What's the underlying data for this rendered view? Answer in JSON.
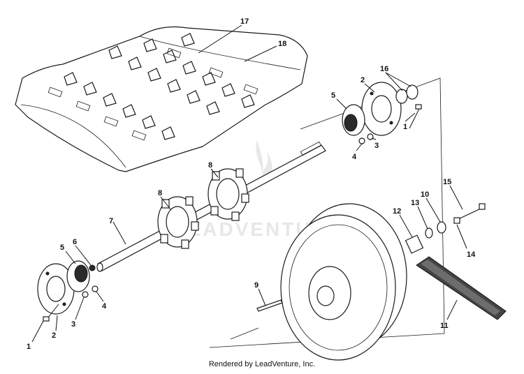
{
  "callouts": [
    {
      "id": "c17",
      "text": "17"
    },
    {
      "id": "c18",
      "text": "18"
    },
    {
      "id": "c16",
      "text": "16"
    },
    {
      "id": "c2a",
      "text": "2"
    },
    {
      "id": "c5a",
      "text": "5"
    },
    {
      "id": "c1a",
      "text": "1"
    },
    {
      "id": "c3a",
      "text": "3"
    },
    {
      "id": "c4a",
      "text": "4"
    },
    {
      "id": "c8a",
      "text": "8"
    },
    {
      "id": "c8b",
      "text": "8"
    },
    {
      "id": "c7",
      "text": "7"
    },
    {
      "id": "c6",
      "text": "6"
    },
    {
      "id": "c5b",
      "text": "5"
    },
    {
      "id": "c4b",
      "text": "4"
    },
    {
      "id": "c3b",
      "text": "3"
    },
    {
      "id": "c2b",
      "text": "2"
    },
    {
      "id": "c1b",
      "text": "1"
    },
    {
      "id": "c9",
      "text": "9"
    },
    {
      "id": "c12",
      "text": "12"
    },
    {
      "id": "c13",
      "text": "13"
    },
    {
      "id": "c10",
      "text": "10"
    },
    {
      "id": "c15",
      "text": "15"
    },
    {
      "id": "c14",
      "text": "14"
    },
    {
      "id": "c11",
      "text": "11"
    }
  ],
  "watermark": "LEADVENTURE",
  "credit": "Rendered by LeadVenture, Inc.",
  "colors": {
    "ink": "#1a1a1a",
    "watermark": "#d0d0d0"
  }
}
